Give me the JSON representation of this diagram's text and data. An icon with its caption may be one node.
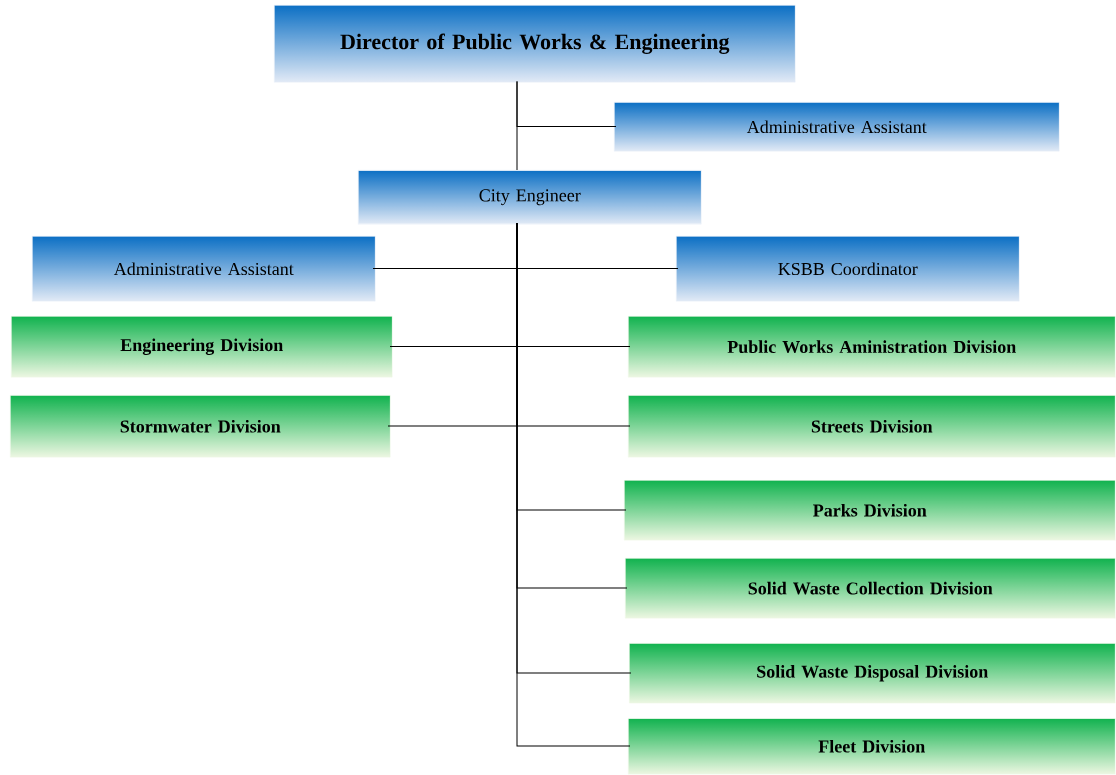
{
  "diagram": {
    "nodes": [
      {
        "text": [
          "Director of Public Works & Engineering"
        ]
      },
      {
        "text": [
          "Administrative Assistant"
        ]
      },
      {
        "text": [
          "City Engineer"
        ]
      },
      {
        "text": [
          "Administrative Assistant"
        ]
      },
      {
        "text": [
          "KSBB Coordinator"
        ]
      },
      {
        "text": [
          "Engineering Division"
        ]
      },
      {
        "text": [
          "Public Works Aministration Division"
        ]
      },
      {
        "text": [
          "Stormwater Division"
        ]
      },
      {
        "text": [
          "Streets Division"
        ]
      },
      {
        "text": [
          "Parks Division"
        ]
      },
      {
        "text": [
          "Solid Waste Collection Division"
        ]
      },
      {
        "text": [
          "Solid Waste Disposal Division"
        ]
      },
      {
        "text": [
          "Fleet Division"
        ]
      }
    ],
    "edges": [
      {
        "from": 0,
        "to": 1,
        "arrow": "none"
      },
      {
        "from": 0,
        "to": 2,
        "arrow": "none"
      },
      {
        "from": 2,
        "to": 3,
        "arrow": "none"
      },
      {
        "from": 2,
        "to": 4,
        "arrow": "none"
      },
      {
        "from": 2,
        "to": 5,
        "arrow": "none"
      },
      {
        "from": 2,
        "to": 6,
        "arrow": "none"
      },
      {
        "from": 2,
        "to": 7,
        "arrow": "none"
      },
      {
        "from": 2,
        "to": 8,
        "arrow": "none"
      },
      {
        "from": 2,
        "to": 9,
        "arrow": "none"
      },
      {
        "from": 2,
        "to": 10,
        "arrow": "none"
      },
      {
        "from": 2,
        "to": 11,
        "arrow": "none"
      },
      {
        "from": 2,
        "to": 12,
        "arrow": "none"
      }
    ]
  }
}
